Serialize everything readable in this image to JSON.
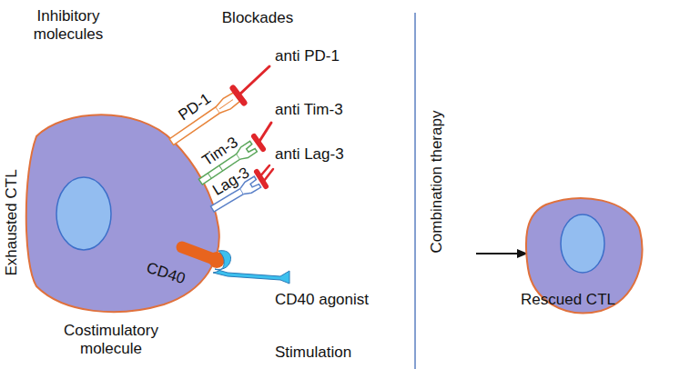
{
  "diagram": {
    "labels": [
      "Inhibitory molecules",
      "Blockades",
      "anti PD-1",
      "PD-1",
      "anti Tim-3",
      "Tim-3",
      "anti Lag-3",
      "Lag-3",
      "Exhausted CTL",
      "CD40",
      "CD40 agonist",
      "Costimulatory molecule",
      "Stimulation",
      "Combination therapy",
      "Rescued CTL"
    ]
  }
}
